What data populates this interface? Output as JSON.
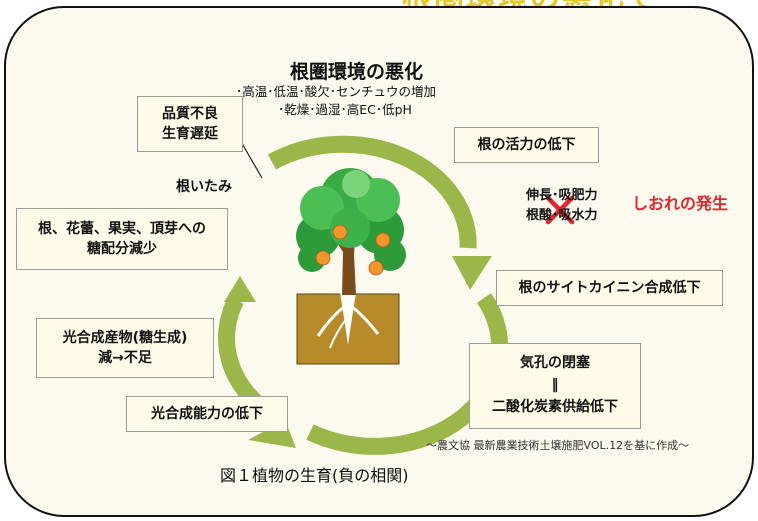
{
  "banner": {
    "text": "根圏環境の悪化で"
  },
  "header": {
    "title": "根圏環境の悪化",
    "line1": "･高温･低温･酸欠･センチュウの増加",
    "line2": "･乾燥･過湿･高EC･低pH"
  },
  "boxes": {
    "quality": [
      "品質不良",
      "生育遅延"
    ],
    "root_activity": "根の活力の低下",
    "sugar": [
      "根、花蕾、果実、頂芽への",
      "糖配分減少"
    ],
    "cytokinin": "根のサイトカイニン合成低下",
    "photosynthate": [
      "光合成産物(糖生成)",
      "減→不足"
    ],
    "stomata": [
      "気孔の閉塞",
      "‖",
      "二酸化炭素供給低下"
    ],
    "photo_capacity": "光合成能力の低下"
  },
  "labels": {
    "root_damage": "根いたみ",
    "extension": "伸長･吸肥力",
    "root_water": "根酸･吸水力",
    "wilting": "しおれの発生",
    "source": "～農文協 最新農業技術土壌施肥VOL.12を基に作成～",
    "caption": "図１植物の生育(負の相関)"
  },
  "colors": {
    "cycle_arrow": "#9bb74a",
    "wilting_text": "#e4262a",
    "cross_mark": "#e4262a",
    "banner_text": "#e6c629"
  }
}
